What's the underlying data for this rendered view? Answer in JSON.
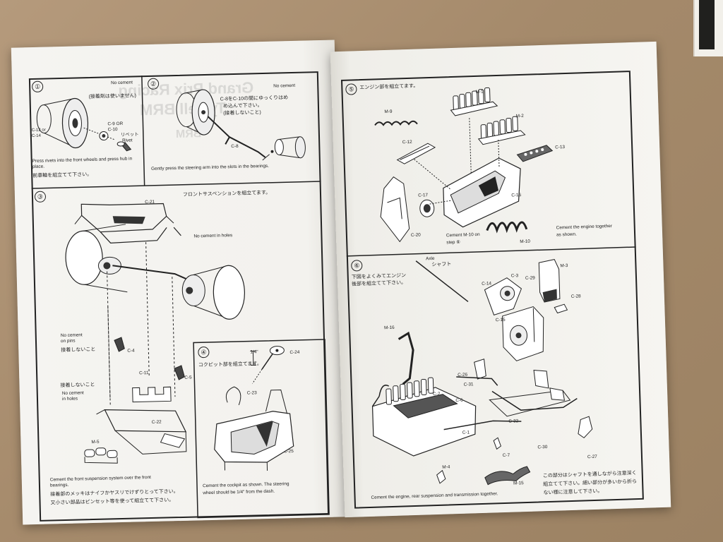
{
  "left_page": {
    "step1": {
      "num": "①",
      "note_en": "No cement",
      "note_jp": "(接着剤は使いません)",
      "part_c9": "C-9 OR",
      "part_c10": "C-10",
      "rivet_jp": "リベット",
      "rivet_en": "Rivet",
      "wheel_c12": "C-12 or",
      "wheel_c14": "C-14",
      "instr_en": "Press rivets into the front wheels and press hub in place.",
      "instr_jp": "前車輪を組立てて下さい。"
    },
    "step2": {
      "num": "②",
      "note_en": "No cement",
      "note_jp1": "C-8をC-10の間にゆっくりはめ",
      "note_jp2": "め込んで下さい。",
      "note_jp3": "(接着しないこと)",
      "part_c8": "C-8",
      "instr_en": "Gently press the steering arm into the slots in the bearings."
    },
    "step3": {
      "num": "③",
      "title_jp": "フロントサスペンションを組立てます。",
      "part_c21": "C-21",
      "no_cement_holes": "No cement in holes",
      "no_cement_pins1": "No cement",
      "no_cement_pins2": "on pins",
      "no_glue_jp": "接着しないこと",
      "part_c4": "C-4",
      "part_c11": "C-11",
      "part_c5": "C-5",
      "no_glue_jp2": "接着しないこと",
      "no_cement_holes2a": "No cement",
      "no_cement_holes2b": "in holes",
      "part_c22": "C-22",
      "part_m5": "M-5",
      "instr_en1": "Cement the front suspension system over the front",
      "instr_en2": "bearings.",
      "instr_jp1": "接着部のメッキはナイフかヤスリでけずりとって下さい。",
      "instr_jp2": "又小さい部品はピンセット等を使って組立てて下さい。"
    },
    "step4": {
      "num": "④",
      "title_jp": "コクピット部を組立てます。",
      "quarter": "1/4\"",
      "part_c24": "C-24",
      "part_c23": "C-23",
      "part_c25": "C-25",
      "instr_en1": "Cement the cockpit as shown. The steering",
      "instr_en2": "wheel should be 1/4\" from the dash."
    }
  },
  "right_page": {
    "step5": {
      "num": "⑤",
      "title_jp": "エンジン部を組立てます。",
      "part_m1": "M-1",
      "part_m9": "M-9",
      "part_m2": "M-2",
      "part_c12": "C-12",
      "part_c13": "C-13",
      "part_c17": "C-17",
      "part_c16": "C-16",
      "part_c20": "C-20",
      "cement_note1": "Cement M-10 on",
      "cement_note2": "step ⑥",
      "part_m10": "M-10",
      "instr_en1": "Cement the engine together",
      "instr_en2": "as shown."
    },
    "step6": {
      "num": "⑥",
      "title_jp1": "下図をよくみてエンジン",
      "title_jp2": "後部を組立てて下さい。",
      "axle_en": "Axle",
      "axle_jp": "シャフト",
      "part_m3": "M-3",
      "part_c14": "C-14",
      "part_c3": "C-3",
      "part_c29": "C-29",
      "part_c28": "C-28",
      "part_m16": "M-16",
      "part_c15": "C-15",
      "part_c26": "C-26",
      "part_c31": "C-31",
      "part_c2": "C-2",
      "part_c6": "C-6",
      "part_c32": "C-32",
      "part_c1": "C-1",
      "part_c30": "C-30",
      "part_c7": "C-7",
      "part_c27": "C-27",
      "part_m4": "M-4",
      "part_m15": "M-15",
      "note_jp1": "この部分はシャフトを通しながら注意深く",
      "note_jp2": "組立てて下さい。細い部分が多いから折ら",
      "note_jp3": "ない様に注意して下さい。",
      "instr_en": "Cement the engine, rear suspension and transmission together."
    }
  },
  "bleed_through": {
    "line1": "Grand Prix Racing",
    "line2": "Tyrrell BRM",
    "line3": "BRM"
  }
}
